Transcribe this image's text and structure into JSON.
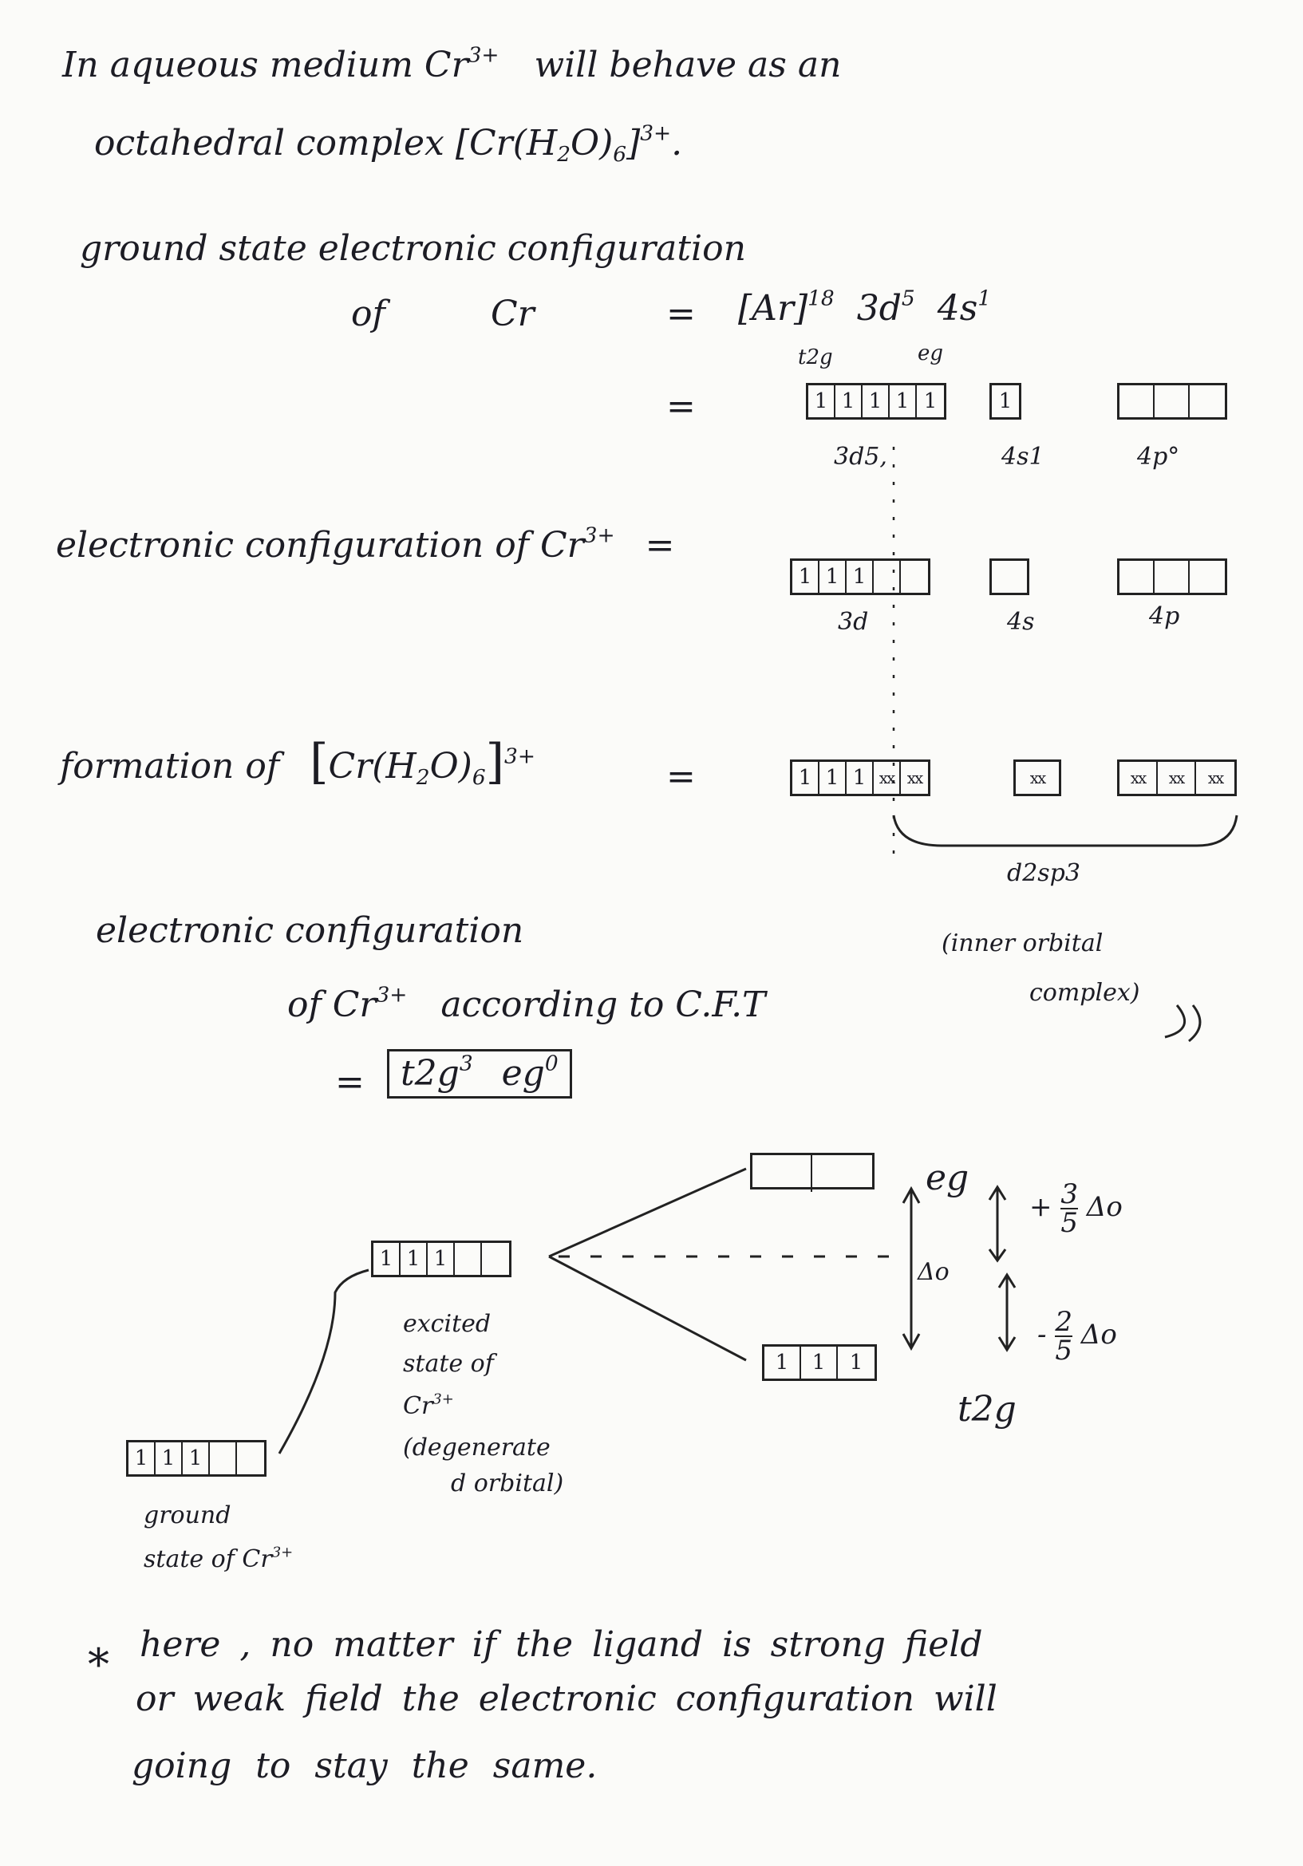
{
  "intro": {
    "line1_a": "In aqueous medium Cr",
    "line1_sup": "3+",
    "line1_b": "will behave as an",
    "line2_a": "octahedral complex [Cr(H",
    "line2_sub1": "2",
    "line2_b": "O)",
    "line2_sub2": "6",
    "line2_c": "]",
    "line2_sup": "3+",
    "line2_d": "."
  },
  "ground": {
    "heading": "ground state electronic configuration",
    "of": "of",
    "element": "Cr",
    "eq": "=",
    "config_a": "[Ar]",
    "config_sup18": "18",
    "config_b": "3d",
    "config_sup5": "5",
    "config_c": "4s",
    "config_sup1": "1",
    "t2g": "t2g",
    "eg": "eg",
    "eq2": "=",
    "d_cells": [
      "1",
      "1",
      "1",
      "1",
      "1"
    ],
    "s_cells": [
      "1"
    ],
    "p_cells": [
      "",
      "",
      ""
    ],
    "d_label": "3d5,",
    "s_label": "4s1",
    "p_label": "4p°"
  },
  "ion": {
    "label_a": "electronic configuration of Cr",
    "label_sup": "3+",
    "label_b": "=",
    "d_cells": [
      "1",
      "1",
      "1",
      "",
      ""
    ],
    "s_cells": [
      ""
    ],
    "p_cells": [
      "",
      "",
      ""
    ],
    "d_label": "3d",
    "s_label": "4s",
    "p_label": "4p"
  },
  "formation": {
    "label_a": "formation of",
    "bracket_open": "[",
    "complex": "Cr(H",
    "sub2": "2",
    "complex_b": "O)",
    "sub6": "6",
    "bracket_close": "]",
    "sup": "3+",
    "eq": "=",
    "d_cells": [
      "1",
      "1",
      "1",
      "xx",
      "xx"
    ],
    "s_cells": [
      "xx"
    ],
    "p_cells": [
      "xx",
      "xx",
      "xx"
    ],
    "hybrid": "d2sp3",
    "note1": "(inner orbital",
    "note2": "complex)"
  },
  "cft": {
    "line1": "electronic configuration",
    "line2_a": "of Cr",
    "line2_sup": "3+",
    "line2_b": "according to C.F.T",
    "eq": "=",
    "result_a": "t2g",
    "result_sup3": "3",
    "result_b": "eg",
    "result_sup0": "0"
  },
  "diagram": {
    "eg_cells": [
      "",
      ""
    ],
    "deg_cells": [
      "1",
      "1",
      "1",
      "",
      ""
    ],
    "t2g_cells": [
      "1",
      "1",
      "1"
    ],
    "ground_cells": [
      "1",
      "1",
      "1",
      "",
      ""
    ],
    "eg_label": "eg",
    "t2g_label": "t2g",
    "delta": "Δo",
    "plus_a": "+",
    "plus_num": "3",
    "plus_den": "5",
    "plus_delta": "Δo",
    "minus_a": "-",
    "minus_num": "2",
    "minus_den": "5",
    "minus_delta": "Δo",
    "excited1": "excited",
    "excited2": "state of",
    "excited3_a": "Cr",
    "excited3_sup": "3+",
    "excited4": "(degenerate",
    "excited5": "d orbital)",
    "ground1": "ground",
    "ground2_a": "state of Cr",
    "ground2_sup": "3+"
  },
  "conclusion": {
    "star": "*",
    "line1": "here , no matter if the ligand is strong field",
    "line2": "or weak field the electronic configuration will",
    "line3": "going to stay the same."
  }
}
